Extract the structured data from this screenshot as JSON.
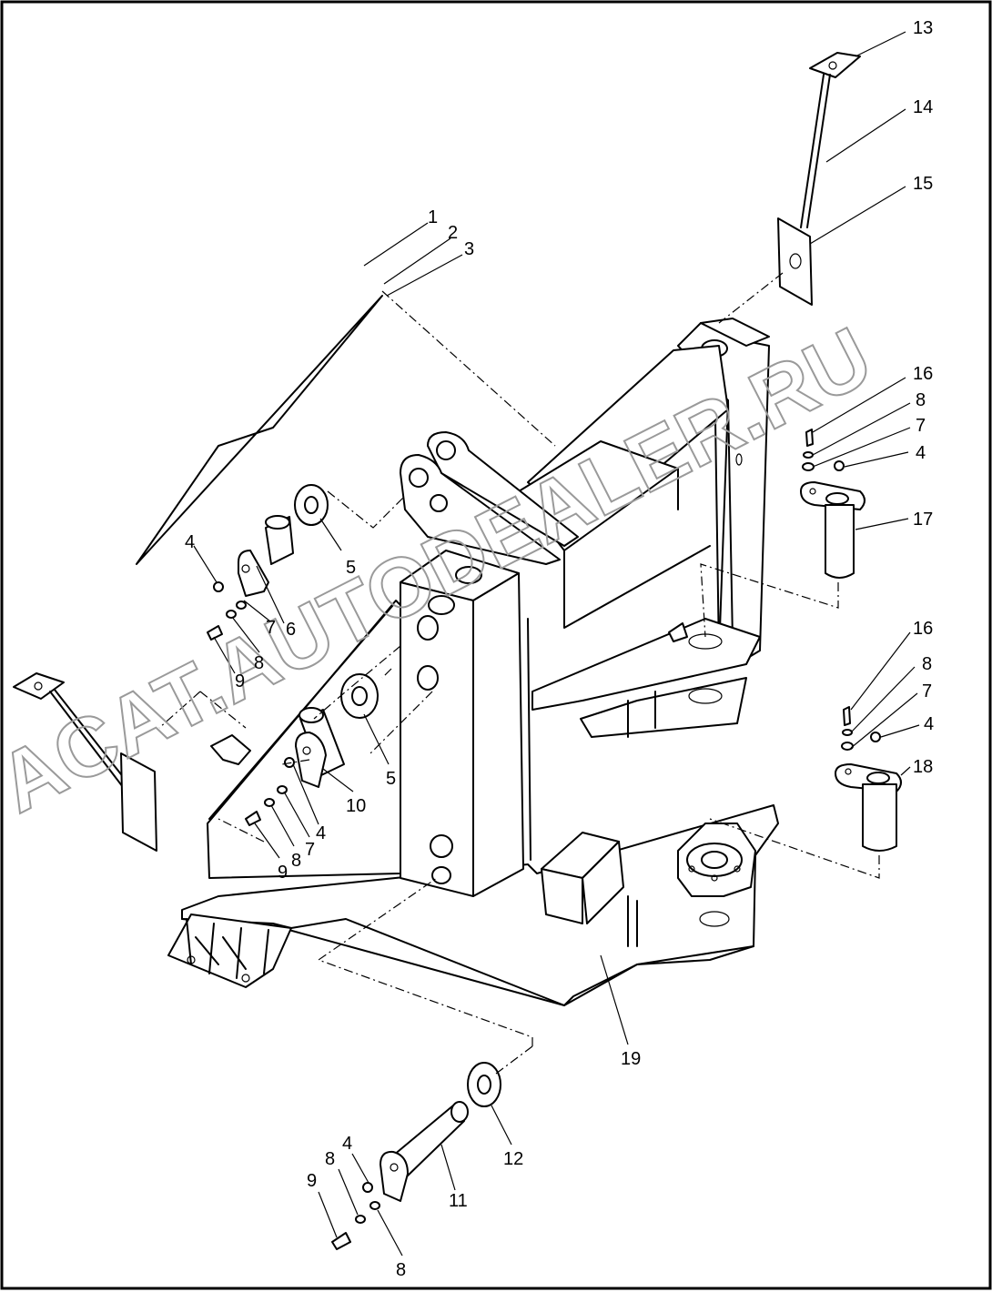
{
  "diagram": {
    "watermark": "ACAT.AUTODEALER.RU",
    "callouts": [
      {
        "id": "c1",
        "text": "1"
      },
      {
        "id": "c2",
        "text": "2"
      },
      {
        "id": "c3",
        "text": "3"
      },
      {
        "id": "c4a",
        "text": "4"
      },
      {
        "id": "c5a",
        "text": "5"
      },
      {
        "id": "c6",
        "text": "6"
      },
      {
        "id": "c7a",
        "text": "7"
      },
      {
        "id": "c8a",
        "text": "8"
      },
      {
        "id": "c9a",
        "text": "9"
      },
      {
        "id": "c4b",
        "text": "4"
      },
      {
        "id": "c7b",
        "text": "7"
      },
      {
        "id": "c8b",
        "text": "8"
      },
      {
        "id": "c9b",
        "text": "9"
      },
      {
        "id": "c10",
        "text": "10"
      },
      {
        "id": "c5b",
        "text": "5"
      },
      {
        "id": "c13",
        "text": "13"
      },
      {
        "id": "c14",
        "text": "14"
      },
      {
        "id": "c15",
        "text": "15"
      },
      {
        "id": "c16a",
        "text": "16"
      },
      {
        "id": "c8c",
        "text": "8"
      },
      {
        "id": "c7c",
        "text": "7"
      },
      {
        "id": "c4c",
        "text": "4"
      },
      {
        "id": "c17",
        "text": "17"
      },
      {
        "id": "c16b",
        "text": "16"
      },
      {
        "id": "c8d",
        "text": "8"
      },
      {
        "id": "c7d",
        "text": "7"
      },
      {
        "id": "c4d",
        "text": "4"
      },
      {
        "id": "c18",
        "text": "18"
      },
      {
        "id": "c19",
        "text": "19"
      },
      {
        "id": "c12",
        "text": "12"
      },
      {
        "id": "c11",
        "text": "11"
      },
      {
        "id": "c4e",
        "text": "4"
      },
      {
        "id": "c8e",
        "text": "8"
      },
      {
        "id": "c9c",
        "text": "9"
      },
      {
        "id": "c8f",
        "text": "8"
      }
    ]
  }
}
